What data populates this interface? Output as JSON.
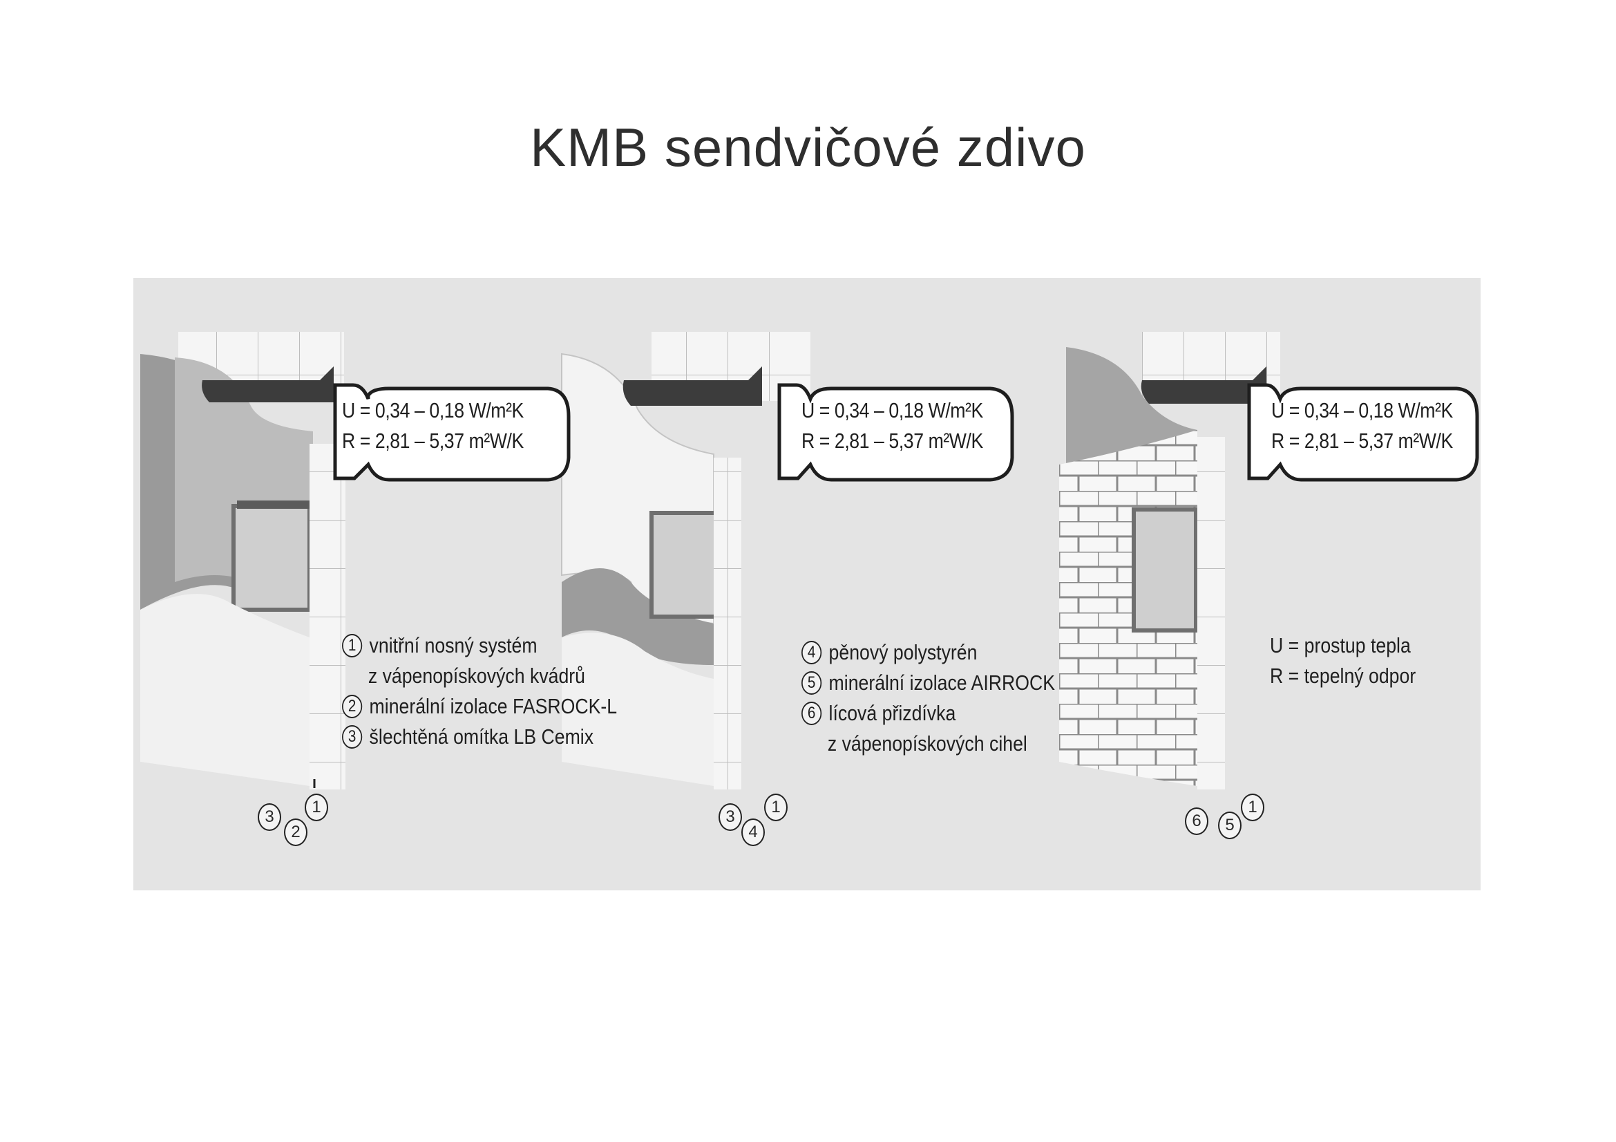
{
  "title": "KMB  sendvičové zdivo",
  "panels": [
    {
      "u_value": "U = 0,34 – 0,18 W/m²K",
      "r_value": "R = 2,81 – 5,37 m²W/K",
      "legend": [
        {
          "num": "1",
          "text": "vnitřní nosný systém"
        },
        {
          "num": "",
          "text": "z vápenopískových kvádrů"
        },
        {
          "num": "2",
          "text": "minerální izolace FASROCK-L"
        },
        {
          "num": "3",
          "text": "šlechtěná omítka LB Cemix"
        }
      ],
      "layer_labels": [
        "3",
        "2",
        "1"
      ]
    },
    {
      "u_value": "U = 0,34 – 0,18 W/m²K",
      "r_value": "R = 2,81 – 5,37 m²W/K",
      "legend": [
        {
          "num": "4",
          "text": "pěnový polystyrén"
        },
        {
          "num": "5",
          "text": "minerální izolace AIRROCK"
        },
        {
          "num": "6",
          "text": "lícová přizdívka"
        },
        {
          "num": "",
          "text": "z vápenopískových cihel"
        }
      ],
      "layer_labels": [
        "3",
        "4",
        "1"
      ]
    },
    {
      "u_value": "U = 0,34 – 0,18 W/m²K",
      "r_value": "R = 2,81 – 5,37 m²W/K",
      "definitions": [
        "U = prostup tepla",
        "R  = tepelný odpor"
      ],
      "layer_labels": [
        "6",
        "5",
        "1"
      ]
    }
  ]
}
